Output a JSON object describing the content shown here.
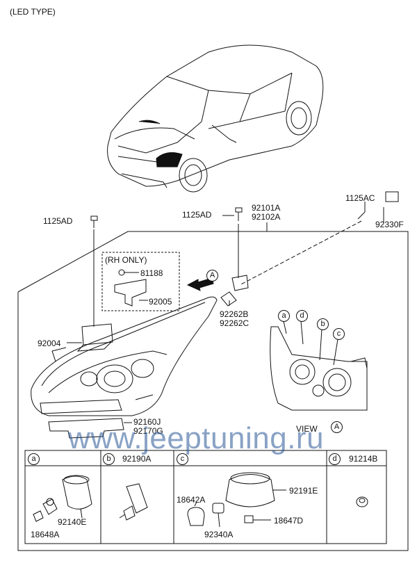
{
  "header": {
    "type_label": "(LED TYPE)"
  },
  "callouts": {
    "p1125AD_left": "1125AD",
    "p1125AD_mid": "1125AD",
    "p92101A": "92101A",
    "p92102A": "92102A",
    "p1125AC": "1125AC",
    "p92330F": "92330F",
    "rh_only": "(RH ONLY)",
    "p81188": "81188",
    "p92005": "92005",
    "p92262B": "92262B",
    "p92262C": "92262C",
    "p92004": "92004",
    "p92160J": "92160J",
    "p92170G": "92170G",
    "view_label": "VIEW",
    "view_letter": "A",
    "arrow_letter": "A"
  },
  "view_letters": [
    "a",
    "d",
    "b",
    "c"
  ],
  "table": {
    "cells": [
      {
        "letter": "a",
        "part": "",
        "parts": [
          "92140E",
          "18648A"
        ]
      },
      {
        "letter": "b",
        "part": "92190A",
        "parts": []
      },
      {
        "letter": "c",
        "part": "",
        "parts": [
          "18642A",
          "92191E",
          "92340A",
          "18647D"
        ]
      },
      {
        "letter": "d",
        "part": "91214B",
        "parts": []
      }
    ]
  },
  "watermark": "www.jeeptuning.ru"
}
